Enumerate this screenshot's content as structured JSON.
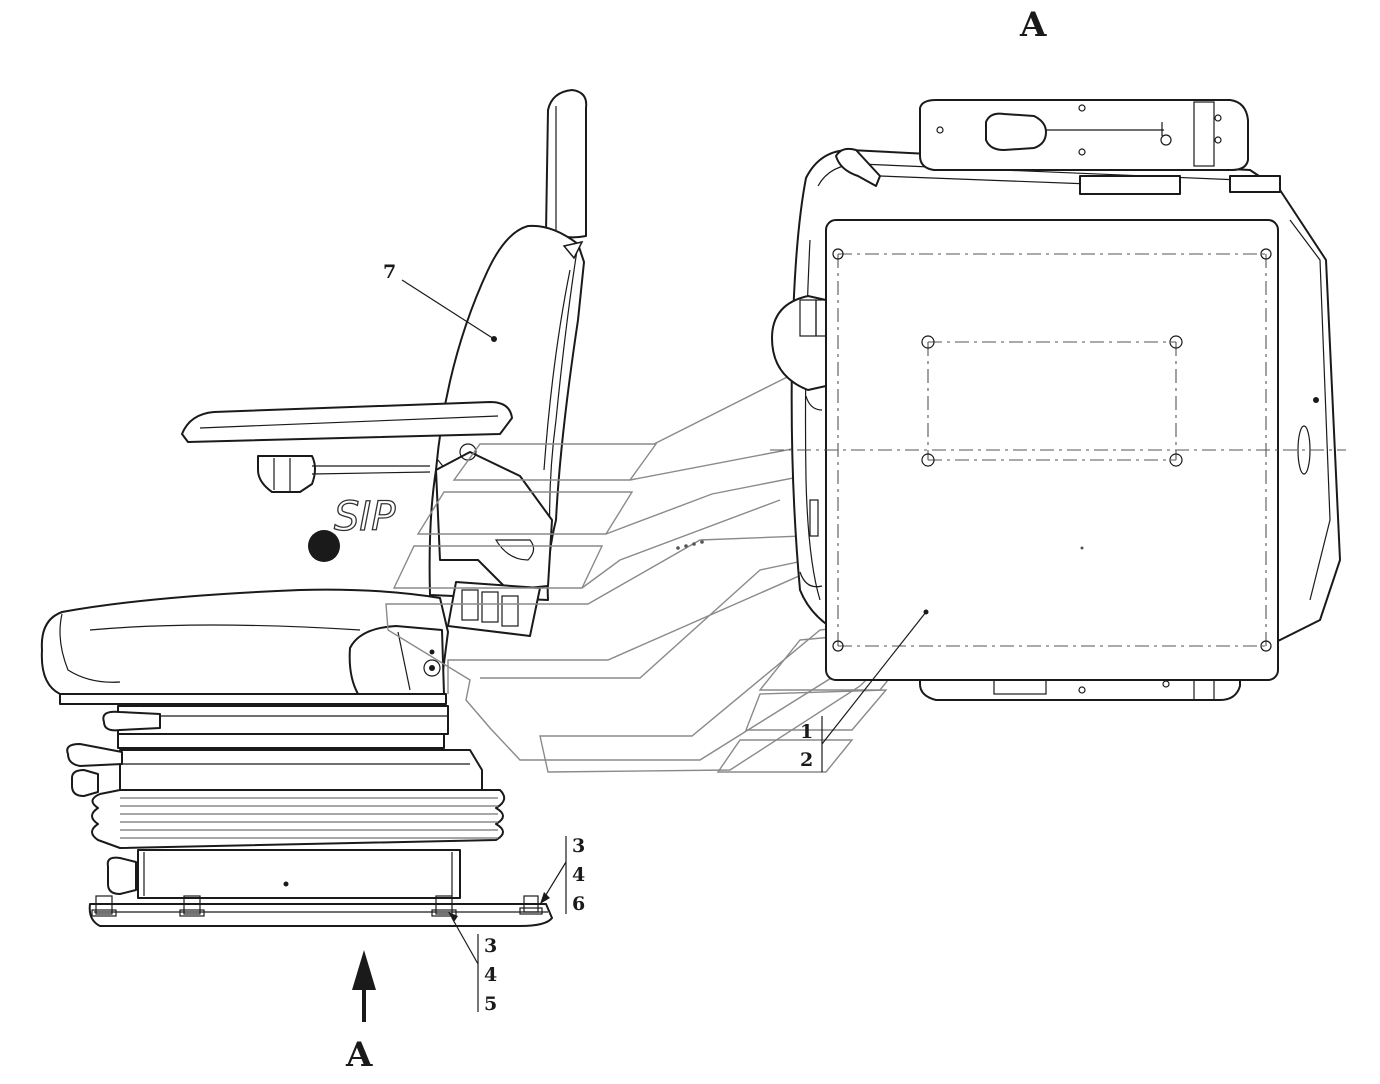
{
  "view_labels": {
    "top": "A",
    "bottom": "A"
  },
  "brand_text": "SIP",
  "callouts": {
    "seat_back": "7",
    "plate_group": [
      "1",
      "2"
    ],
    "right_bolt": [
      "3",
      "4",
      "6"
    ],
    "center_bolt": [
      "3",
      "4",
      "5"
    ]
  }
}
